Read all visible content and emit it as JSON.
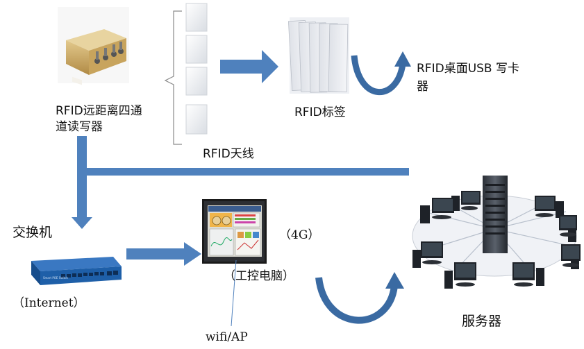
{
  "nodes": {
    "reader": {
      "label_line1": "RFID远距离四通",
      "label_line2": "道读写器"
    },
    "antenna": {
      "label": "RFID天线"
    },
    "tag": {
      "label": "RFID标签"
    },
    "usb_writer": {
      "label_line1": "RFID桌面USB 写卡",
      "label_line2": "器"
    },
    "switch": {
      "label": "交换机",
      "sublabel": "（Internet）",
      "faceplate_text": "Smart POE Switch"
    },
    "ipc": {
      "label": "（工控电脑）",
      "badge": "（4G）",
      "wifi_label": "wifi/AP"
    },
    "server": {
      "label": "服务器"
    }
  },
  "colors": {
    "arrow": "#4f81bd",
    "arrow_dark": "#3a6aa2",
    "reader_gold": "#c9a85f",
    "switch_blue": "#1e5fa8"
  },
  "icons": [
    "reader-device-icon",
    "antenna-card-icon",
    "rfid-tag-cards-icon",
    "switch-device-icon",
    "industrial-pc-icon",
    "server-cluster-icon"
  ]
}
